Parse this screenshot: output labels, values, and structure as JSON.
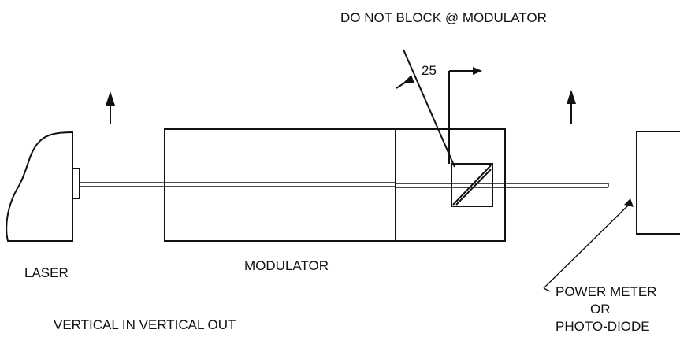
{
  "labels": {
    "warning": "DO NOT BLOCK @ MODULATOR",
    "angle": "25",
    "laser": "LASER",
    "modulator": "MODULATOR",
    "polarization": "VERTICAL IN VERTICAL OUT",
    "detector_line1": "POWER METER",
    "detector_line2": "OR",
    "detector_line3": "PHOTO-DIODE"
  }
}
